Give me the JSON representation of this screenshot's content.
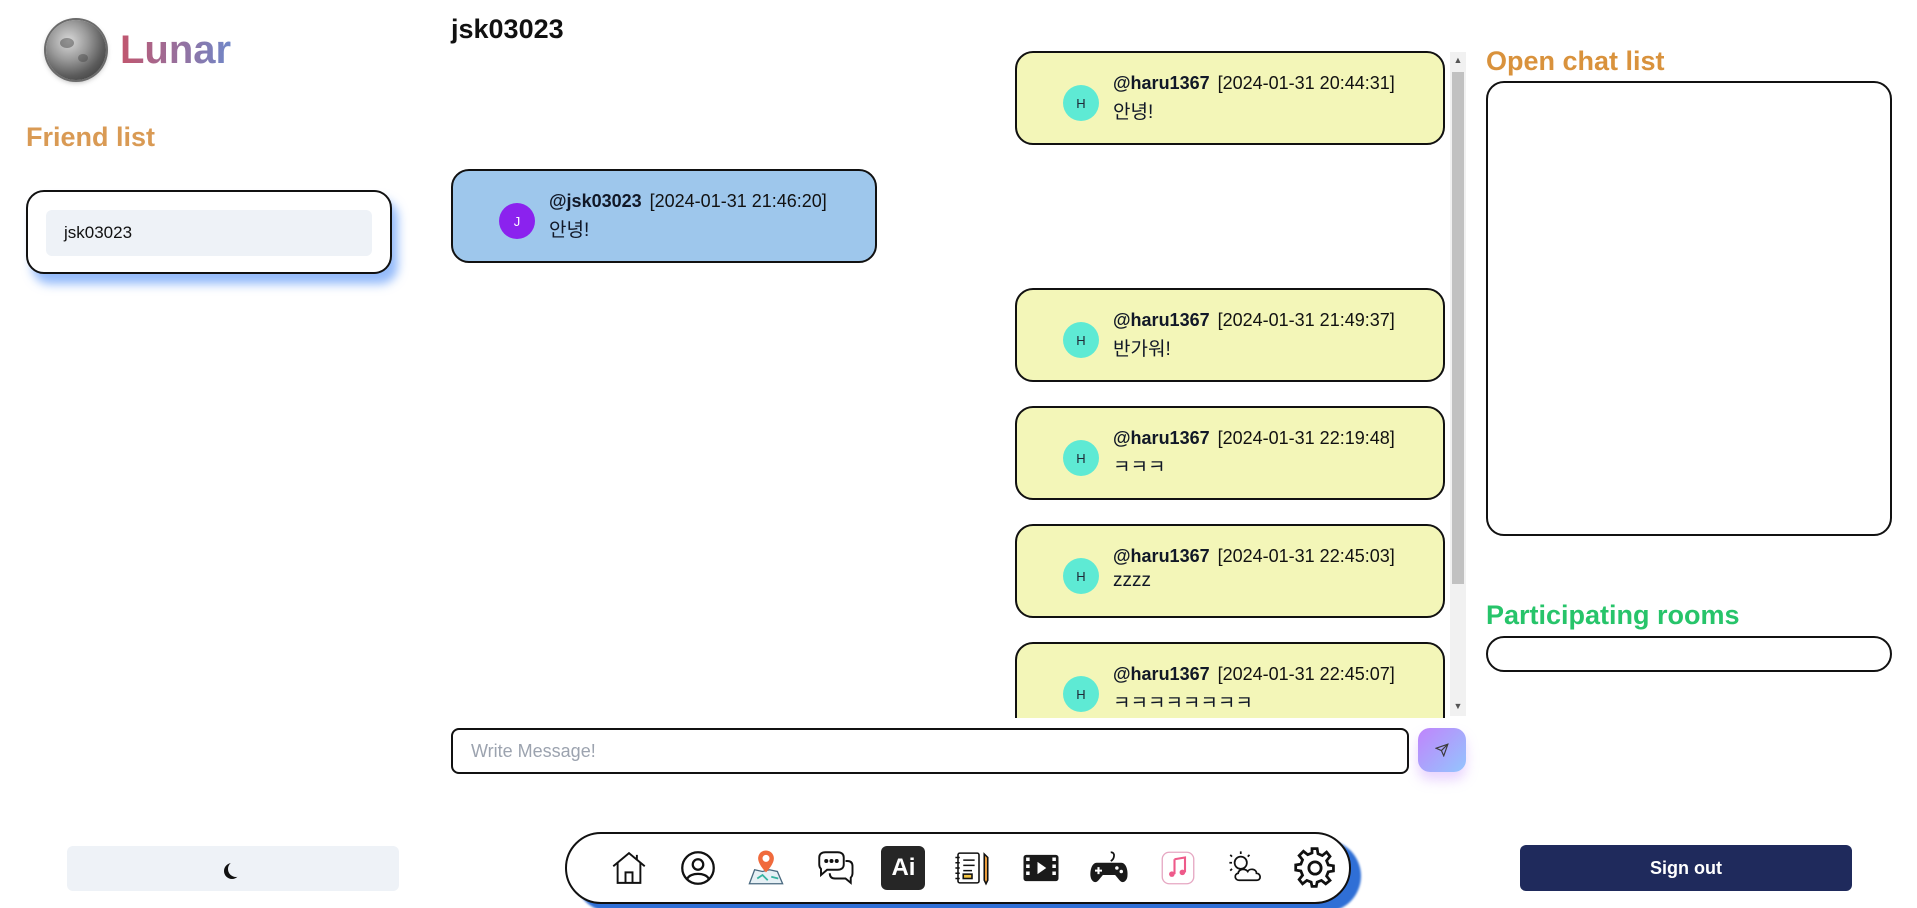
{
  "app": {
    "name": "Lunar"
  },
  "friends": {
    "title": "Friend list",
    "items": [
      {
        "label": "jsk03023"
      }
    ]
  },
  "chat": {
    "title": "jsk03023",
    "messages": [
      {
        "side": "mine",
        "initial": "H",
        "user": "@haru1367",
        "time": "[2024-01-31 20:44:31]",
        "text": "안녕!"
      },
      {
        "side": "other",
        "initial": "J",
        "user": "@jsk03023",
        "time": "[2024-01-31 21:46:20]",
        "text": "안녕!"
      },
      {
        "side": "mine",
        "initial": "H",
        "user": "@haru1367",
        "time": "[2024-01-31 21:49:37]",
        "text": "반가워!"
      },
      {
        "side": "mine",
        "initial": "H",
        "user": "@haru1367",
        "time": "[2024-01-31 22:19:48]",
        "text": "ㅋㅋㅋ"
      },
      {
        "side": "mine",
        "initial": "H",
        "user": "@haru1367",
        "time": "[2024-01-31 22:45:03]",
        "text": "zzzz"
      },
      {
        "side": "mine",
        "initial": "H",
        "user": "@haru1367",
        "time": "[2024-01-31 22:45:07]",
        "text": "ㅋㅋㅋㅋㅋㅋㅋㅋ"
      }
    ],
    "input_placeholder": "Write Message!"
  },
  "open_chat": {
    "title": "Open chat list"
  },
  "participating": {
    "title": "Participating rooms"
  },
  "signout_label": "Sign out",
  "dock": {
    "icons": [
      "home-icon",
      "profile-icon",
      "map-icon",
      "chat-icon",
      "ai-icon",
      "notebook-icon",
      "movie-icon",
      "game-icon",
      "music-icon",
      "weather-icon",
      "settings-icon"
    ],
    "ai_label": "Ai"
  },
  "colors": {
    "friend_title": "#d99a54",
    "open_chat_title": "#d9923c",
    "participating_title": "#27c46a",
    "my_bubble": "#f3f6b8",
    "other_bubble": "#9ec7ec",
    "signout_bg": "#1f2a5c"
  }
}
